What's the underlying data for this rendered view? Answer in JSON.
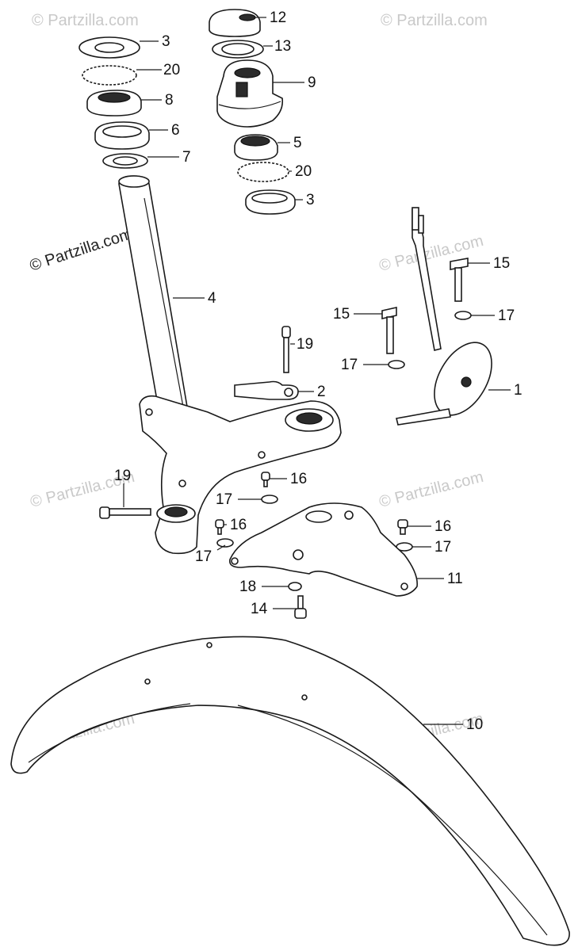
{
  "watermark": {
    "text": "© Partzilla.com",
    "faded_color": "#c9c9c9",
    "strong_color": "#222222"
  },
  "colors": {
    "ink": "#1a1a1a",
    "background": "#ffffff"
  },
  "callouts": [
    {
      "number": "12",
      "part": "cap"
    },
    {
      "number": "13",
      "part": "washer"
    },
    {
      "number": "3",
      "part": "race"
    },
    {
      "number": "20",
      "part": "steel-balls"
    },
    {
      "number": "8",
      "part": "cone-race"
    },
    {
      "number": "9",
      "part": "top-bridge-nut"
    },
    {
      "number": "6",
      "part": "dust-seal"
    },
    {
      "number": "5",
      "part": "bearing-race"
    },
    {
      "number": "7",
      "part": "washer"
    },
    {
      "number": "20",
      "part": "steel-balls"
    },
    {
      "number": "3",
      "part": "race"
    },
    {
      "number": "4",
      "part": "steering-stem"
    },
    {
      "number": "15",
      "part": "bolt"
    },
    {
      "number": "17",
      "part": "washer"
    },
    {
      "number": "15",
      "part": "bolt"
    },
    {
      "number": "19",
      "part": "bolt"
    },
    {
      "number": "17",
      "part": "washer"
    },
    {
      "number": "2",
      "part": "clamp"
    },
    {
      "number": "1",
      "part": "horn"
    },
    {
      "number": "19",
      "part": "bolt"
    },
    {
      "number": "16",
      "part": "screw"
    },
    {
      "number": "17",
      "part": "washer"
    },
    {
      "number": "16",
      "part": "screw"
    },
    {
      "number": "16",
      "part": "screw"
    },
    {
      "number": "17",
      "part": "washer"
    },
    {
      "number": "17",
      "part": "washer"
    },
    {
      "number": "11",
      "part": "fender-bracket"
    },
    {
      "number": "18",
      "part": "washer"
    },
    {
      "number": "14",
      "part": "bolt"
    },
    {
      "number": "10",
      "part": "front-fender"
    }
  ]
}
